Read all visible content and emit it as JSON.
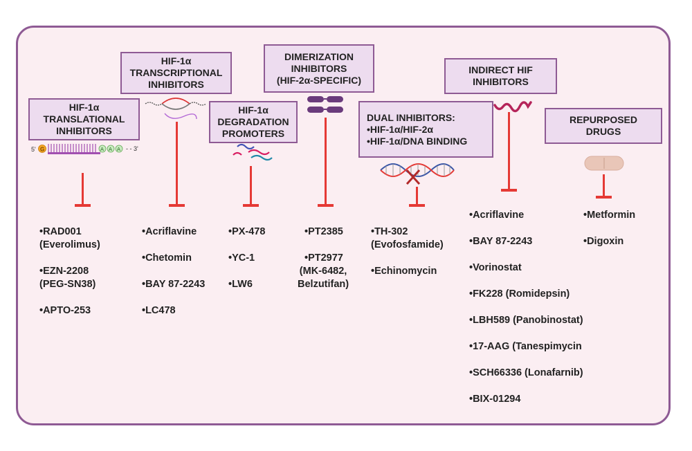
{
  "columns": [
    {
      "header": [
        "HIF-1α",
        "TRANSLATIONAL",
        "INHIBITORS"
      ],
      "items": [
        [
          "•RAD001",
          "(Everolimus)"
        ],
        [
          "•EZN-2208",
          "(PEG-SN38)"
        ],
        [
          "•APTO-253"
        ]
      ]
    },
    {
      "header": [
        "HIF-1α",
        "TRANSCRIPTIONAL",
        "INHIBITORS"
      ],
      "items": [
        [
          "•Acriflavine"
        ],
        [
          "•Chetomin"
        ],
        [
          "•BAY 87-2243"
        ],
        [
          "•LC478"
        ]
      ]
    },
    {
      "header": [
        "HIF-1α",
        "DEGRADATION",
        "PROMOTERS"
      ],
      "items": [
        [
          "•PX-478"
        ],
        [
          "•YC-1"
        ],
        [
          "•LW6"
        ]
      ]
    },
    {
      "header": [
        "DIMERIZATION",
        "INHIBITORS",
        "(HIF-2α-SPECIFIC)"
      ],
      "items": [
        [
          "•PT2385"
        ],
        [
          "•PT2977",
          "(MK-6482,",
          "Belzutifan)"
        ]
      ]
    },
    {
      "header": [
        "DUAL INHIBITORS:",
        "•HIF-1α/HIF-2α",
        "•HIF-1α/DNA BINDING"
      ],
      "items": [
        [
          "•TH-302",
          "(Evofosfamide)"
        ],
        [
          "•Echinomycin"
        ]
      ]
    },
    {
      "header": [
        "INDIRECT HIF",
        "INHIBITORS"
      ],
      "items": [
        [
          "•Acriflavine"
        ],
        [
          "•BAY 87-2243"
        ],
        [
          "•Vorinostat"
        ],
        [
          "•FK228 (Romidepsin)"
        ],
        [
          "•LBH589 (Panobinostat)"
        ],
        [
          "•17-AAG (Tanespimycin"
        ],
        [
          "•SCH66336 (Lonafarnib)"
        ],
        [
          "•BIX-01294"
        ]
      ]
    },
    {
      "header": [
        "REPURPOSED",
        "DRUGS"
      ],
      "items": [
        [
          "•Metformin"
        ],
        [
          "•Digoxin"
        ]
      ]
    }
  ],
  "mrna_labels": {
    "five_prime": "5'",
    "cap": "G",
    "poly_a": [
      "A",
      "A",
      "A"
    ],
    "three_prime": "- - 3'"
  },
  "colors": {
    "frame": "#8e5a94",
    "background": "#fbeef2",
    "header_fill": "#eddcef",
    "inhibitor": "#e53935"
  }
}
